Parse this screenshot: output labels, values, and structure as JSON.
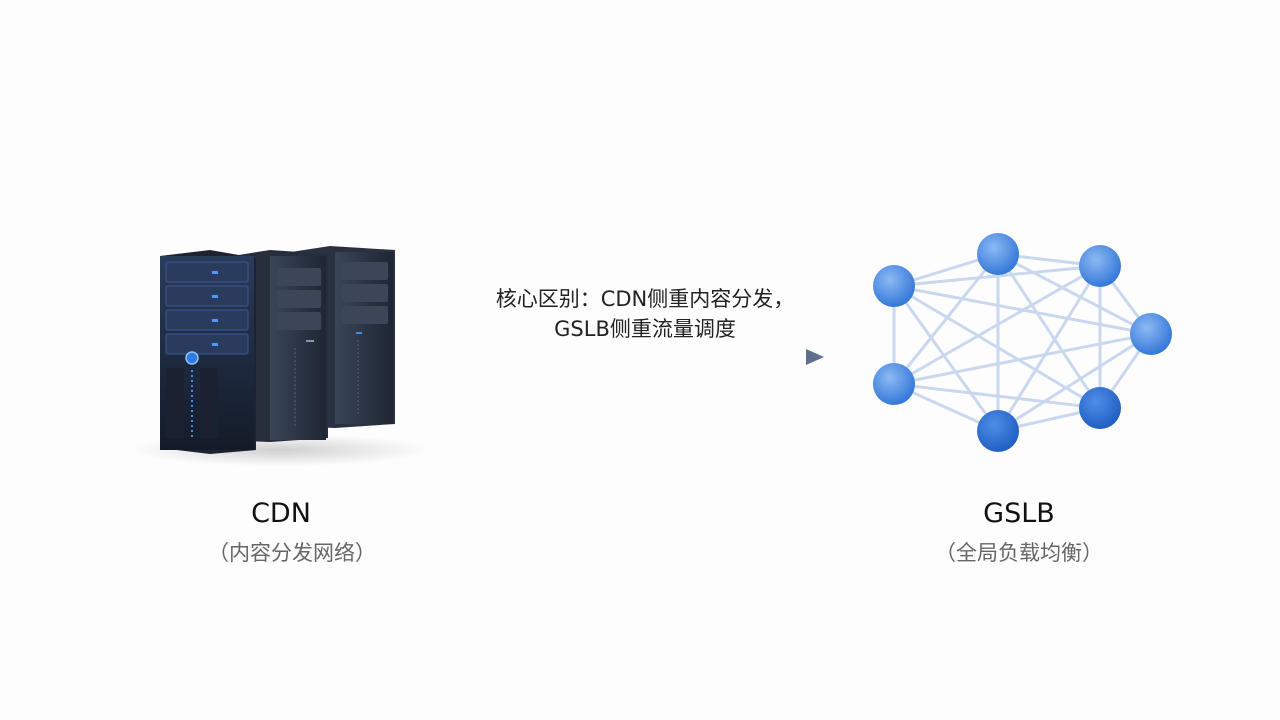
{
  "diagram": {
    "caption_line1": "核心区别：CDN侧重内容分发，",
    "caption_line2": "GSLB侧重流量调度"
  },
  "left": {
    "title": "CDN",
    "subtitle": "（内容分发网络）",
    "icon": "server-tower-icon"
  },
  "right": {
    "title": "GSLB",
    "subtitle": "（全局负载均衡）",
    "icon": "network-mesh-icon"
  },
  "colors": {
    "node_light": "#6ea3ec",
    "node_dark": "#2266cc",
    "link": "#c9d8ef",
    "arrow": "#5f6f8c",
    "server_body": "#2b3444",
    "server_accent": "#2f7be0"
  }
}
